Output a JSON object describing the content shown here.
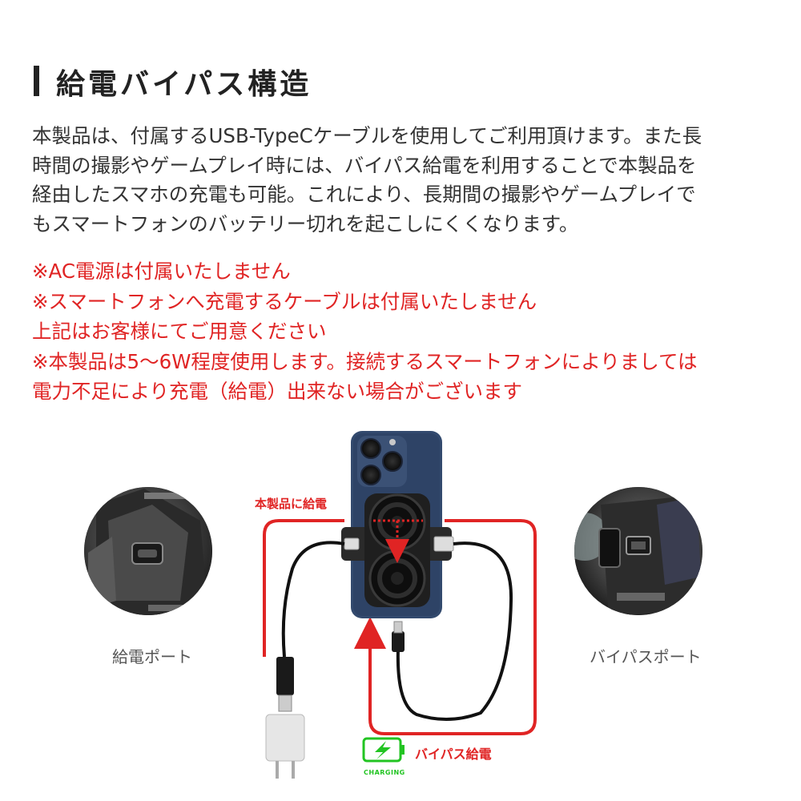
{
  "heading": {
    "title": "給電バイパス構造"
  },
  "description": {
    "lines": [
      "本製品は、付属するUSB-TypeCケーブルを使用してご利用頂けます。また長",
      "時間の撮影やゲームプレイ時には、バイパス給電を利用することで本製品を",
      "経由したスマホの充電も可能。これにより、長期間の撮影やゲームプレイで",
      "もスマートフォンのバッテリー切れを起こしにくくなります。"
    ]
  },
  "notes": {
    "lines": [
      "※AC電源は付属いたしません",
      "※スマートフォンへ充電するケーブルは付属いたしません",
      "上記はお客様にてご用意ください",
      "※本製品は5〜6W程度使用します。接続するスマートフォンによりましては",
      "電力不足により充電（給電）出来ない場合がございます"
    ]
  },
  "diagram": {
    "feed_port_label": "給電ポート",
    "bypass_port_label": "バイパスポート",
    "product_feed_label": "本製品に給電",
    "bypass_feed_label": "バイパス給電",
    "charging_label": "CHARGING",
    "accent_color": "#e02424",
    "charging_color": "#22c422"
  }
}
